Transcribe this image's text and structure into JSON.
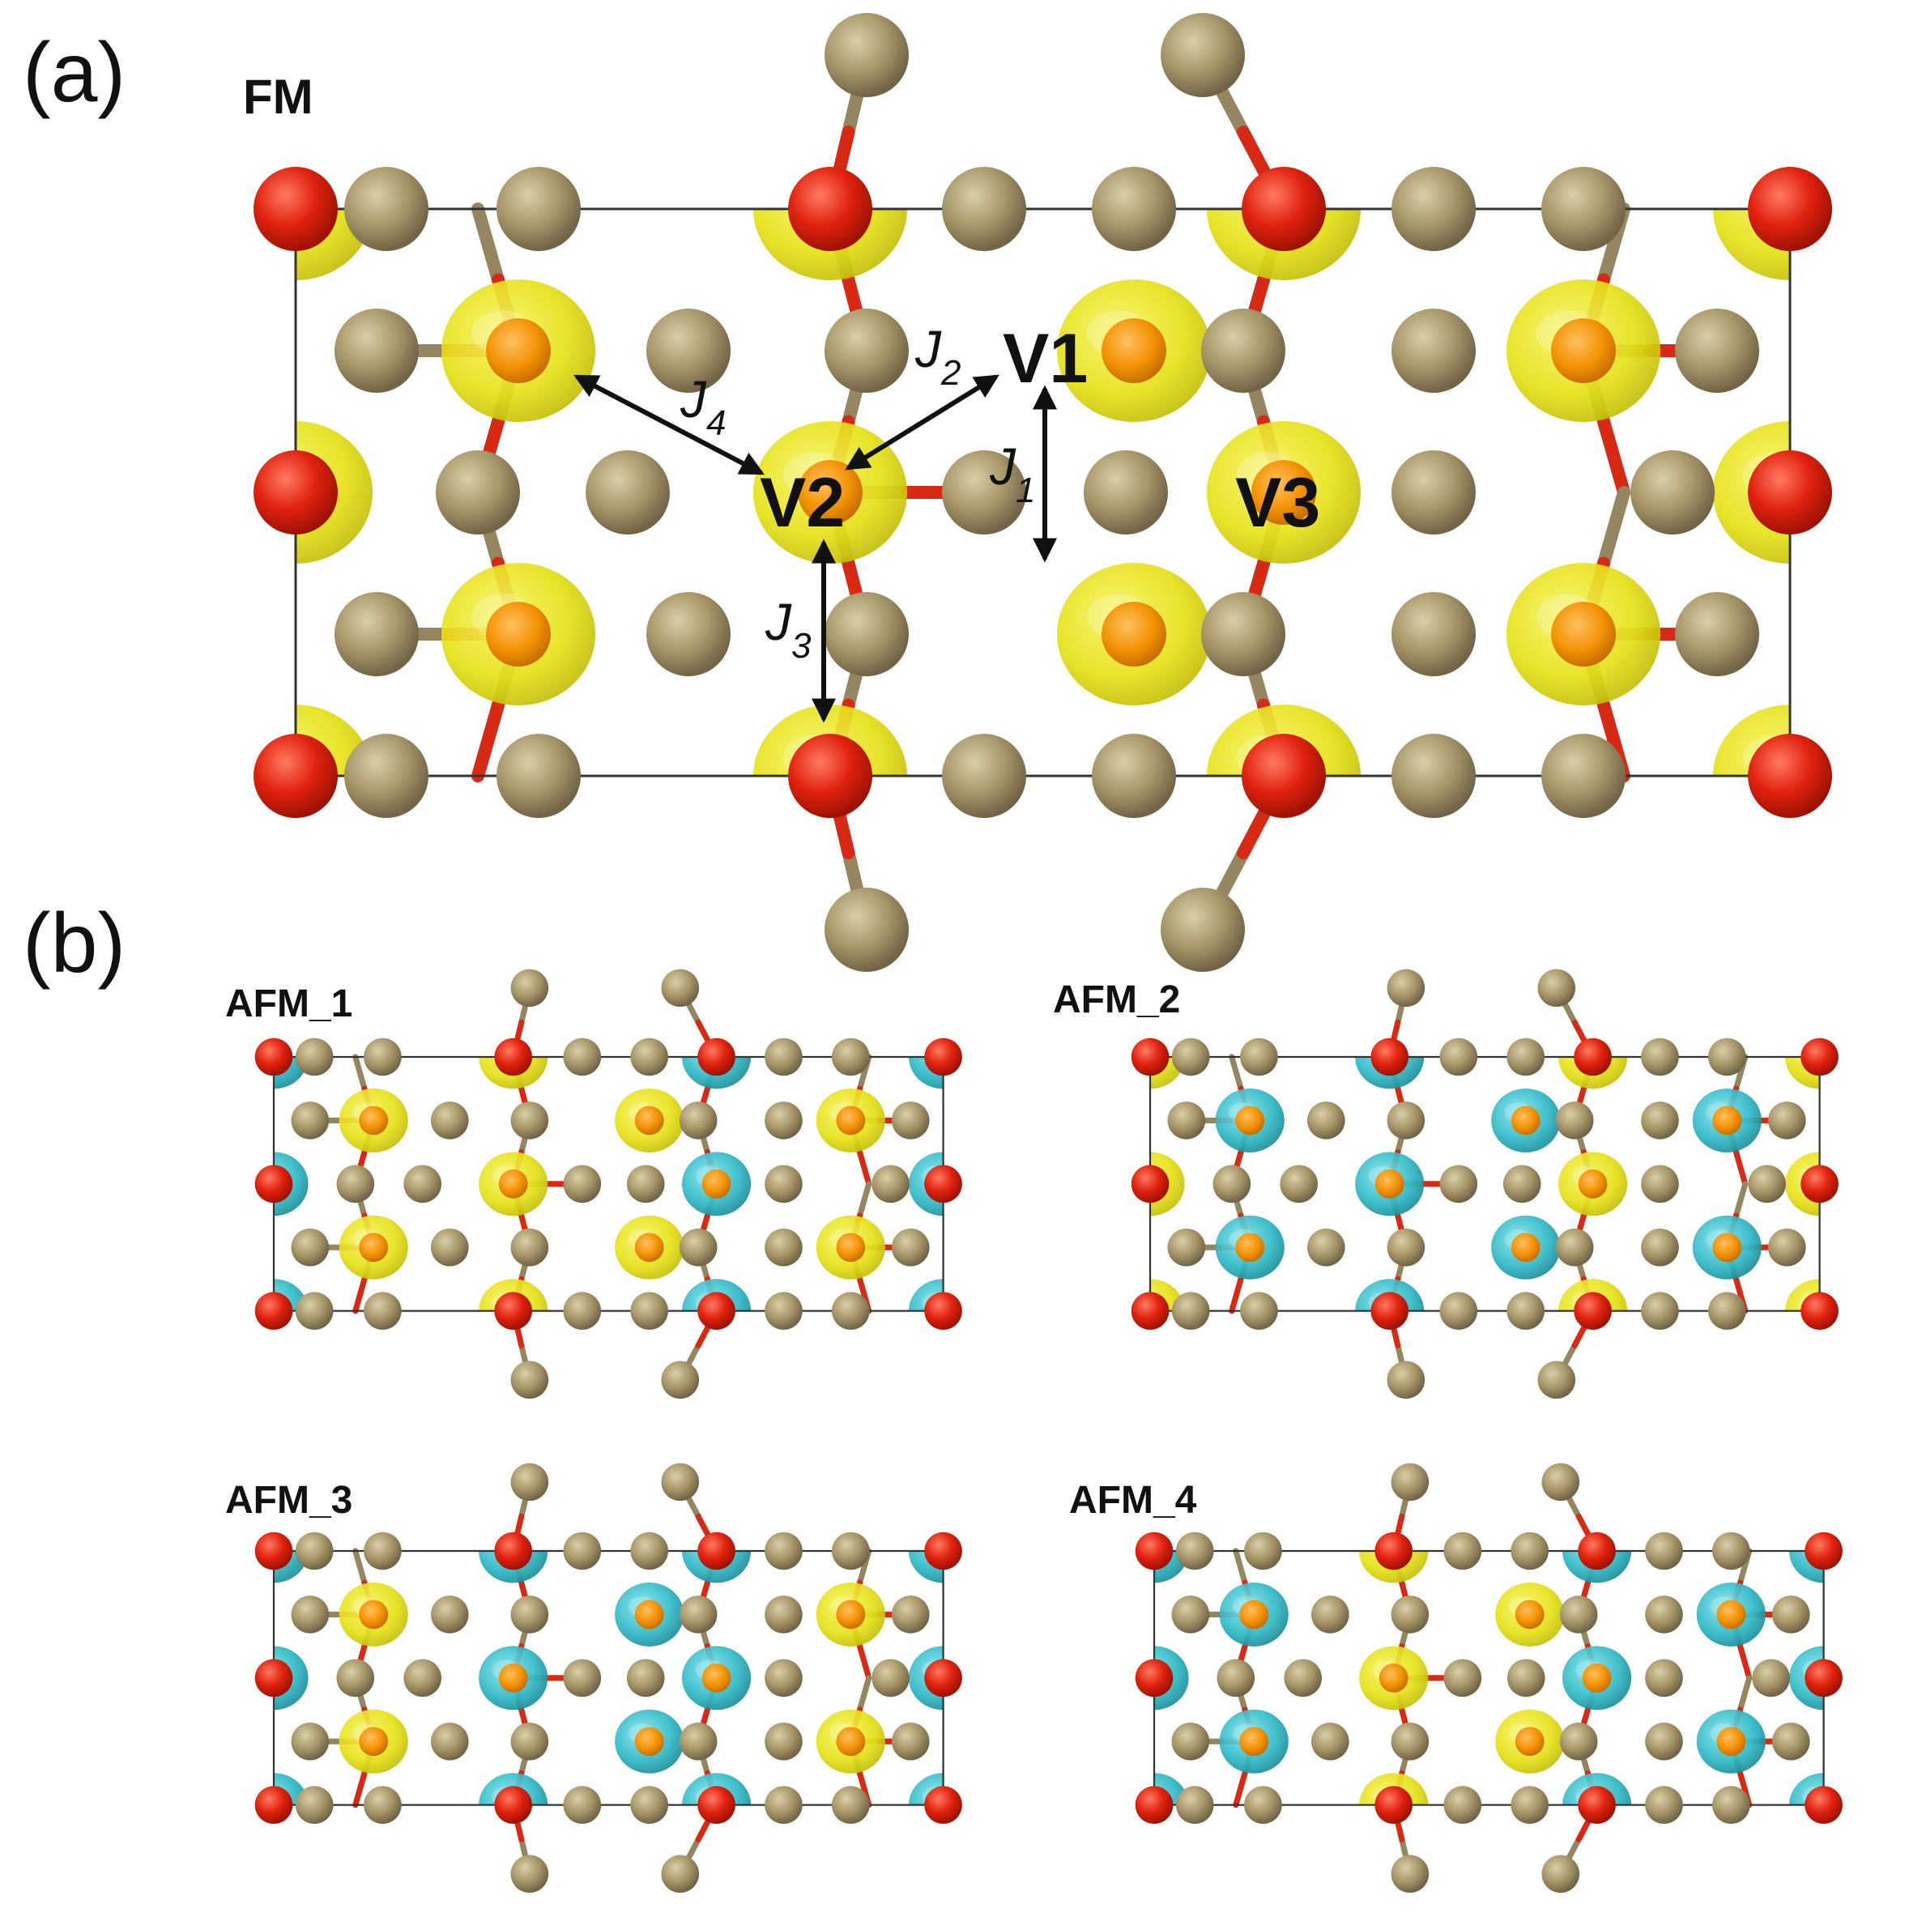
{
  "panels": {
    "a": {
      "label": "(a)",
      "config": "FM"
    },
    "b": {
      "label": "(b)"
    }
  },
  "afm_configs": [
    {
      "key": "afm1",
      "label": "AFM_1",
      "spins": [
        1,
        1,
        -1
      ]
    },
    {
      "key": "afm2",
      "label": "AFM_2",
      "spins": [
        -1,
        -1,
        1
      ]
    },
    {
      "key": "afm3",
      "label": "AFM_3",
      "spins": [
        1,
        -1,
        -1
      ]
    },
    {
      "key": "afm4",
      "label": "AFM_4",
      "spins": [
        -1,
        1,
        -1
      ]
    }
  ],
  "sites": [
    {
      "key": "v1",
      "label": "V1"
    },
    {
      "key": "v2",
      "label": "V2"
    },
    {
      "key": "v3",
      "label": "V3"
    }
  ],
  "exchange_labels": [
    {
      "key": "j1",
      "symbol": "J",
      "subscript": "1"
    },
    {
      "key": "j2",
      "symbol": "J",
      "subscript": "2"
    },
    {
      "key": "j3",
      "symbol": "J",
      "subscript": "3"
    },
    {
      "key": "j4",
      "symbol": "J",
      "subscript": "4"
    }
  ],
  "colors": {
    "se_atom": "#a8986a",
    "o_atom": "#e0220e",
    "v_atom": "#f39204",
    "spin_up_density": "#e6e117",
    "spin_down_density": "#2fb9c6",
    "bond_o": "#d62a14",
    "bond_se": "#948660",
    "cell": "#333333"
  }
}
